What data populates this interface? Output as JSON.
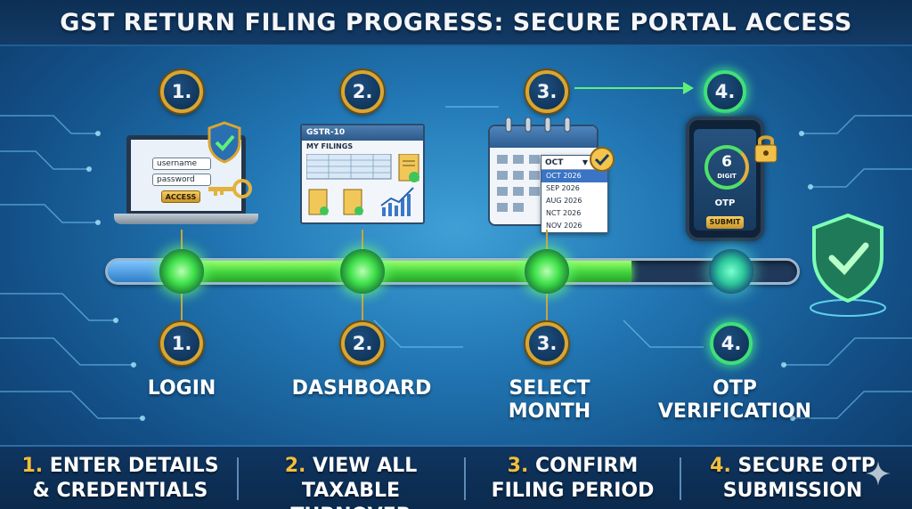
{
  "title": "GST RETURN FILING PROGRESS: SECURE PORTAL ACCESS",
  "top_badges": [
    "1.",
    "2.",
    "3.",
    "4."
  ],
  "bottom_badges": [
    "1.",
    "2.",
    "3.",
    "4."
  ],
  "progress": {
    "completed_fraction": 0.76
  },
  "steps": [
    {
      "label": "LOGIN"
    },
    {
      "label": "DASHBOARD"
    },
    {
      "label": "SELECT MONTH"
    },
    {
      "label_line1": "OTP",
      "label_line2": "VERIFICATION"
    }
  ],
  "login_panel": {
    "username": "username",
    "password": "password",
    "access": "ACCESS"
  },
  "dashboard_panel": {
    "window_title": "GSTR-10",
    "subtitle": "MY FILINGS"
  },
  "month_panel": {
    "selected": "OCT",
    "options": [
      "OCT 2026",
      "SEP 2026",
      "AUG 2026",
      "NCT 2026",
      "NOV 2026"
    ]
  },
  "otp_panel": {
    "number": "6",
    "digit": "DIGIT",
    "otp": "OTP",
    "submit": "SUBMIT"
  },
  "bottom_steps": [
    {
      "num": "1.",
      "line1": "ENTER DETAILS",
      "line2": "& CREDENTIALS"
    },
    {
      "num": "2.",
      "line1": "VIEW ALL",
      "line2": "TAXABLE TURNOVER"
    },
    {
      "num": "3.",
      "line1": "CONFIRM",
      "line2": "FILING PERIOD"
    },
    {
      "num": "4.",
      "line1": "SECURE OTP",
      "line2": "SUBMISSION"
    }
  ],
  "colors": {
    "gold": "#d9a631",
    "green": "#3fd23c",
    "navy": "#0c3563",
    "accent_blue": "#2176b3"
  }
}
